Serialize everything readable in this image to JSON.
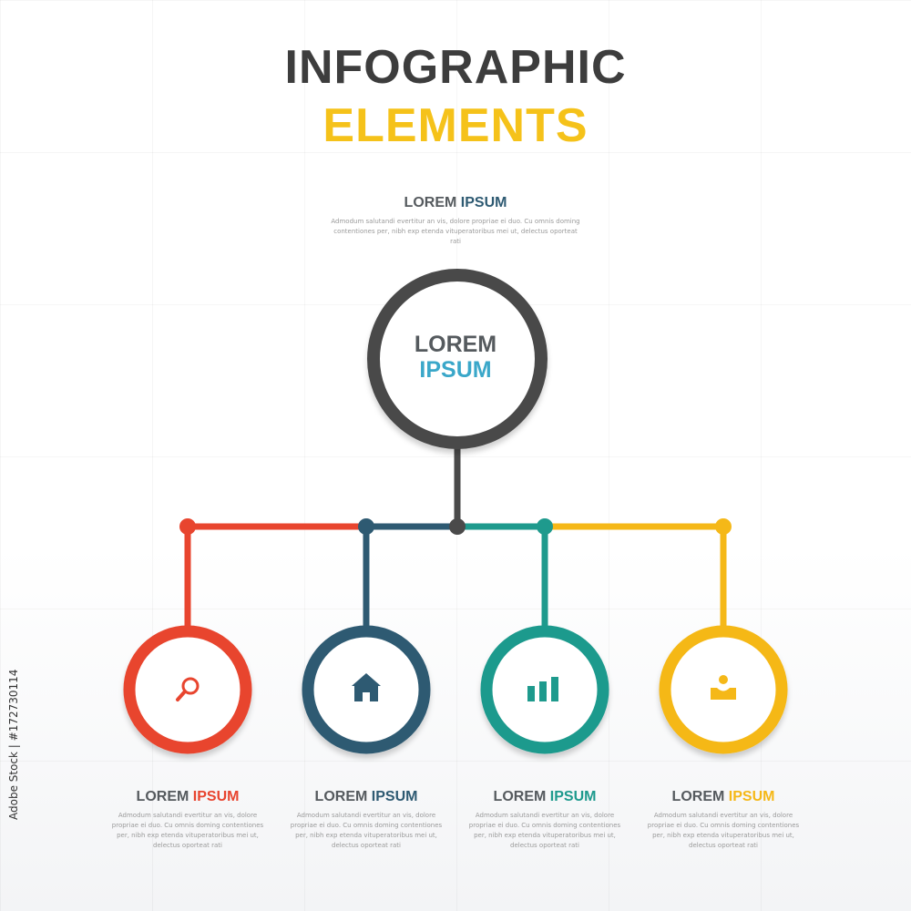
{
  "title": {
    "line1": "INFOGRAPHIC",
    "line2": "ELEMENTS"
  },
  "colors": {
    "dark": "#4a4a4a",
    "red": "#e8452f",
    "navy": "#2e5a72",
    "teal": "#1e9a8d",
    "yellow": "#f5b818"
  },
  "top": {
    "heading_word1": "LOREM",
    "heading_word2": "IPSUM",
    "heading_word2_color": "#2e5a72",
    "text": "Admodum salutandi evertitur an vis, dolore propriae ei duo. Cu omnis doming contentiones per, nibh exp etenda vituperatoribus mei ut, delectus oporteat rati"
  },
  "center": {
    "line1": "LOREM",
    "line2": "IPSUM"
  },
  "nodes": [
    {
      "icon": "magnifier-icon",
      "color": "#e8452f",
      "heading_word1": "LOREM",
      "heading_word2": "IPSUM",
      "text": "Admodum salutandi evertitur an vis, dolore propriae ei duo. Cu omnis doming contentiones per, nibh exp etenda vituperatoribus mei ut, delectus oporteat rati"
    },
    {
      "icon": "home-icon",
      "color": "#2e5a72",
      "heading_word1": "LOREM",
      "heading_word2": "IPSUM",
      "text": "Admodum salutandi evertitur an vis, dolore propriae ei duo. Cu omnis doming contentiones per, nibh exp etenda vituperatoribus mei ut, delectus oporteat rati"
    },
    {
      "icon": "bar-chart-icon",
      "color": "#1e9a8d",
      "heading_word1": "LOREM",
      "heading_word2": "IPSUM",
      "text": "Admodum salutandi evertitur an vis, dolore propriae ei duo. Cu omnis doming contentiones per, nibh exp etenda vituperatoribus mei ut, delectus oporteat rati"
    },
    {
      "icon": "user-icon",
      "color": "#f5b818",
      "heading_word1": "LOREM",
      "heading_word2": "IPSUM",
      "text": "Admodum salutandi evertitur an vis, dolore propriae ei duo. Cu omnis doming contentiones per, nibh exp etenda vituperatoribus mei ut, delectus oporteat rati"
    }
  ],
  "stock_id": "Adobe Stock | #172730114"
}
